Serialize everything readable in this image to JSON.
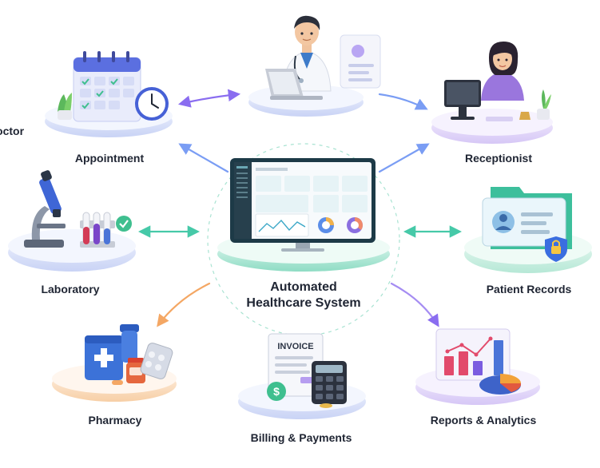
{
  "center": {
    "title_line1": "Automated",
    "title_line2": "Healthcare System"
  },
  "nodes": {
    "doctor": "Doctor",
    "appointment": "Appointment",
    "receptionist": "Receptionist",
    "laboratory": "Laboratory",
    "patient_records": "Patient Records",
    "pharmacy": "Pharmacy",
    "billing": "Billing & Payments",
    "reports": "Reports & Analytics"
  },
  "billing_doc": {
    "invoice_label": "INVOICE"
  },
  "colors": {
    "platform_blue": "#e4e9fb",
    "platform_green": "#d7f3ea",
    "platform_purple": "#ece5fb",
    "platform_orange": "#fde7d6",
    "accent_purple": "#8a6df0",
    "accent_teal": "#46c9a8",
    "accent_blue": "#7a9df4",
    "accent_orange": "#f4a764",
    "text": "#1f2533"
  },
  "icons": {
    "doctor": "doctor-at-laptop-icon",
    "appointment": "calendar-clock-icon",
    "receptionist": "receptionist-at-desk-icon",
    "laboratory": "microscope-test-tubes-icon",
    "patient_records": "folder-id-card-lock-icon",
    "pharmacy": "medicine-bottles-icon",
    "billing": "invoice-calculator-icon",
    "reports": "bar-chart-pie-icon",
    "center": "dashboard-monitor-icon"
  }
}
